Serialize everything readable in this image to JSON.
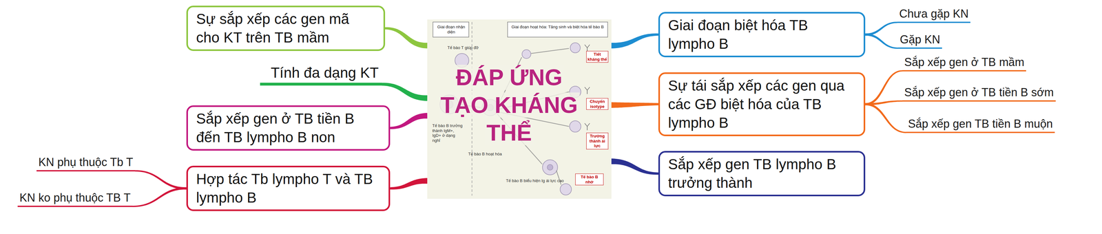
{
  "diagram": {
    "nodes": [
      {
        "text": [
          "ĐÁP ỨNG TẠO KHÁNG THỂ"
        ]
      },
      {
        "text": [
          "Sự sắp xếp các gen mã cho KT trên TB mầm"
        ]
      },
      {
        "text": [
          "Tính đa dạng KT"
        ]
      },
      {
        "text": [
          "Sắp xếp gen ở TB tiền B đến TB lympho B non"
        ]
      },
      {
        "text": [
          "Hợp tác Tb lympho T và TB lympho B"
        ]
      },
      {
        "text": [
          "KN phụ thuộc Tb T"
        ]
      },
      {
        "text": [
          "KN ko phụ thuộc TB T"
        ]
      },
      {
        "text": [
          "Giai đoạn biệt hóa TB lympho B"
        ]
      },
      {
        "text": [
          "Chưa gặp KN"
        ]
      },
      {
        "text": [
          "Gặp KN"
        ]
      },
      {
        "text": [
          "Sự tái sắp xếp các gen qua các GĐ biệt hóa của TB lympho B"
        ]
      },
      {
        "text": [
          "Sắp xếp gen ở TB mầm"
        ]
      },
      {
        "text": [
          "Sắp xếp gen ở TB tiền B sớm"
        ]
      },
      {
        "text": [
          "Sắp xếp gen TB tiền B muộn"
        ]
      },
      {
        "text": [
          "Sắp xếp gen TB lympho B trưởng thành"
        ]
      }
    ],
    "edges": [
      {
        "from": 0,
        "to": 1,
        "arrow": "none"
      },
      {
        "from": 0,
        "to": 2,
        "arrow": "none"
      },
      {
        "from": 0,
        "to": 3,
        "arrow": "none"
      },
      {
        "from": 0,
        "to": 4,
        "arrow": "none"
      },
      {
        "from": 4,
        "to": 5,
        "arrow": "none"
      },
      {
        "from": 4,
        "to": 6,
        "arrow": "none"
      },
      {
        "from": 0,
        "to": 7,
        "arrow": "none"
      },
      {
        "from": 7,
        "to": 8,
        "arrow": "none"
      },
      {
        "from": 7,
        "to": 9,
        "arrow": "none"
      },
      {
        "from": 0,
        "to": 10,
        "arrow": "none"
      },
      {
        "from": 10,
        "to": 11,
        "arrow": "none"
      },
      {
        "from": 10,
        "to": 12,
        "arrow": "none"
      },
      {
        "from": 10,
        "to": 13,
        "arrow": "none"
      },
      {
        "from": 0,
        "to": 14,
        "arrow": "none"
      }
    ],
    "labels": [
      "Giai đoạn nhận diện",
      "Giai đoạn hoạt hóa: Tăng sinh và biệt hóa tế bào B",
      "Tế bào T giúp đỡ",
      "Tiết kháng thể",
      "Chuyển isotype",
      "Trưởng thành ái lực",
      "Tế bào B trưởng thành IgM+, IgD+ ở dạng nghỉ",
      "Tế bào B hoạt hóa",
      "Tế bào B biểu hiện Ig ái lực cao",
      "Tế bào B nhớ"
    ]
  }
}
